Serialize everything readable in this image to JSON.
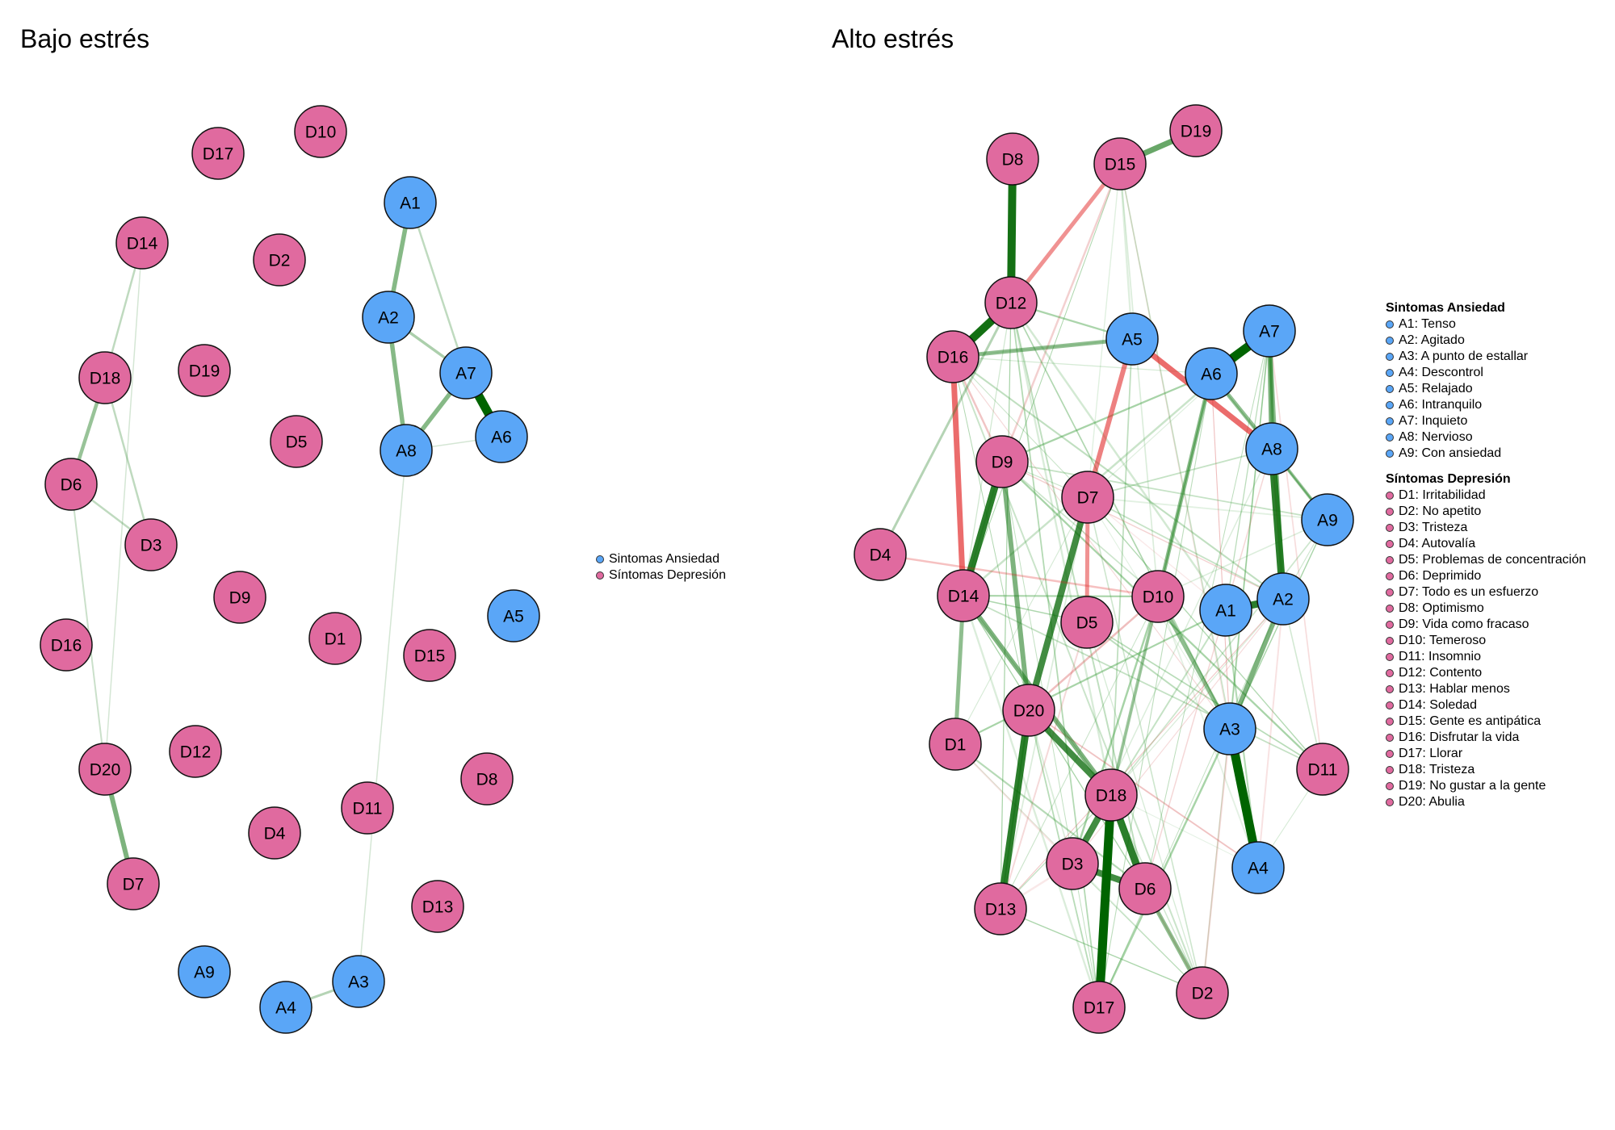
{
  "titles": {
    "left": "Bajo estrés",
    "right": "Alto estrés"
  },
  "colors": {
    "anxiety": "#5aa6f7",
    "depression": "#e06a9f",
    "positive_edge": "#1a7a1a",
    "strong_positive_edge": "#006400",
    "negative_edge": "#e02020",
    "node_stroke": "#111111"
  },
  "legend_left": [
    {
      "label": "Sintomas Ansiedad",
      "group": "anxiety"
    },
    {
      "label": "Síntomas Depresión",
      "group": "depression"
    }
  ],
  "legend_right": {
    "anxiety_title": "Sintomas Ansiedad",
    "anxiety": [
      "A1: Tenso",
      "A2: Agitado",
      "A3: A punto de estallar",
      "A4: Descontrol",
      "A5: Relajado",
      "A6: Intranquilo",
      "A7: Inquieto",
      "A8: Nervioso",
      "A9: Con ansiedad"
    ],
    "depression_title": "Síntomas Depresión",
    "depression": [
      "D1: Irritabilidad",
      "D2: No apetito",
      "D3: Tristeza",
      "D4: Autovalía",
      "D5: Problemas de concentración",
      "D6: Deprimido",
      "D7: Todo es un esfuerzo",
      "D8: Optimismo",
      "D9: Vida como fracaso",
      "D10: Temeroso",
      "D11: Insomnio",
      "D12: Contento",
      "D13: Hablar menos",
      "D14: Soledad",
      "D15: Gente es antipática",
      "D16: Disfrutar la vida",
      "D17: Llorar",
      "D18: Tristeza",
      "D19: No gustar a la gente",
      "D20: Abulia"
    ]
  },
  "networks": {
    "low_stress": {
      "nodes": [
        "D10",
        "D17",
        "A1",
        "D14",
        "D2",
        "A2",
        "D18",
        "D19",
        "A7",
        "D5",
        "A8",
        "A6",
        "D6",
        "D3",
        "D9",
        "A5",
        "D16",
        "D1",
        "D15",
        "D12",
        "D20",
        "D8",
        "D11",
        "D4",
        "D7",
        "D13",
        "A9",
        "A3",
        "A4"
      ],
      "edges": [
        {
          "from": "A1",
          "to": "A2",
          "sign": "+",
          "weight": 0.45
        },
        {
          "from": "A1",
          "to": "A7",
          "sign": "+",
          "weight": 0.15
        },
        {
          "from": "A2",
          "to": "A7",
          "sign": "+",
          "weight": 0.25
        },
        {
          "from": "A2",
          "to": "A8",
          "sign": "+",
          "weight": 0.45
        },
        {
          "from": "A7",
          "to": "A8",
          "sign": "+",
          "weight": 0.45
        },
        {
          "from": "A7",
          "to": "A6",
          "sign": "+",
          "weight": 1.0
        },
        {
          "from": "A8",
          "to": "A6",
          "sign": "+",
          "weight": 0.05
        },
        {
          "from": "A8",
          "to": "A3",
          "sign": "+",
          "weight": 0.05
        },
        {
          "from": "A3",
          "to": "A4",
          "sign": "+",
          "weight": 0.2
        },
        {
          "from": "D14",
          "to": "D18",
          "sign": "+",
          "weight": 0.15
        },
        {
          "from": "D14",
          "to": "D20",
          "sign": "+",
          "weight": 0.05
        },
        {
          "from": "D18",
          "to": "D6",
          "sign": "+",
          "weight": 0.35
        },
        {
          "from": "D18",
          "to": "D3",
          "sign": "+",
          "weight": 0.15
        },
        {
          "from": "D6",
          "to": "D3",
          "sign": "+",
          "weight": 0.15
        },
        {
          "from": "D6",
          "to": "D20",
          "sign": "+",
          "weight": 0.1
        },
        {
          "from": "D20",
          "to": "D7",
          "sign": "+",
          "weight": 0.5
        }
      ]
    },
    "high_stress": {
      "nodes": [
        "D8",
        "D15",
        "D19",
        "D12",
        "D16",
        "A5",
        "A7",
        "A6",
        "A8",
        "D9",
        "D7",
        "A9",
        "D4",
        "D14",
        "D10",
        "D5",
        "A1",
        "A2",
        "D20",
        "A3",
        "D1",
        "D11",
        "D18",
        "D3",
        "D6",
        "A4",
        "D13",
        "D17",
        "D2"
      ],
      "edges": [
        {
          "from": "D15",
          "to": "D19",
          "sign": "+",
          "weight": 0.6
        },
        {
          "from": "D15",
          "to": "D12",
          "sign": "-",
          "weight": 0.4
        },
        {
          "from": "D8",
          "to": "D12",
          "sign": "+",
          "weight": 0.9
        },
        {
          "from": "D12",
          "to": "D16",
          "sign": "+",
          "weight": 0.9
        },
        {
          "from": "D16",
          "to": "A5",
          "sign": "+",
          "weight": 0.4
        },
        {
          "from": "A7",
          "to": "A6",
          "sign": "+",
          "weight": 1.0
        },
        {
          "from": "A6",
          "to": "A8",
          "sign": "+",
          "weight": 0.4
        },
        {
          "from": "A7",
          "to": "A8",
          "sign": "+",
          "weight": 0.5
        },
        {
          "from": "A5",
          "to": "A8",
          "sign": "-",
          "weight": 0.6
        },
        {
          "from": "A5",
          "to": "D7",
          "sign": "-",
          "weight": 0.5
        },
        {
          "from": "D16",
          "to": "D14",
          "sign": "-",
          "weight": 0.6
        },
        {
          "from": "D9",
          "to": "D14",
          "sign": "+",
          "weight": 0.8
        },
        {
          "from": "D9",
          "to": "D20",
          "sign": "+",
          "weight": 0.5
        },
        {
          "from": "D7",
          "to": "D5",
          "sign": "-",
          "weight": 0.4
        },
        {
          "from": "D7",
          "to": "D20",
          "sign": "+",
          "weight": 0.7
        },
        {
          "from": "A8",
          "to": "A2",
          "sign": "+",
          "weight": 0.8
        },
        {
          "from": "A7",
          "to": "A2",
          "sign": "+",
          "weight": 0.4
        },
        {
          "from": "A1",
          "to": "A2",
          "sign": "+",
          "weight": 0.8
        },
        {
          "from": "A2",
          "to": "A3",
          "sign": "+",
          "weight": 0.5
        },
        {
          "from": "A3",
          "to": "A4",
          "sign": "+",
          "weight": 1.0
        },
        {
          "from": "A6",
          "to": "D10",
          "sign": "+",
          "weight": 0.4
        },
        {
          "from": "D20",
          "to": "D18",
          "sign": "+",
          "weight": 0.7
        },
        {
          "from": "D20",
          "to": "D13",
          "sign": "+",
          "weight": 0.8
        },
        {
          "from": "D18",
          "to": "D3",
          "sign": "+",
          "weight": 0.7
        },
        {
          "from": "D18",
          "to": "D6",
          "sign": "+",
          "weight": 0.8
        },
        {
          "from": "D18",
          "to": "D17",
          "sign": "+",
          "weight": 1.0
        },
        {
          "from": "D3",
          "to": "D6",
          "sign": "+",
          "weight": 0.7
        },
        {
          "from": "D14",
          "to": "D18",
          "sign": "+",
          "weight": 0.5
        },
        {
          "from": "D14",
          "to": "D1",
          "sign": "+",
          "weight": 0.4
        },
        {
          "from": "D10",
          "to": "D18",
          "sign": "+",
          "weight": 0.3
        },
        {
          "from": "D10",
          "to": "A3",
          "sign": "+",
          "weight": 0.4
        },
        {
          "from": "D6",
          "to": "D2",
          "sign": "+",
          "weight": 0.4
        },
        {
          "from": "A9",
          "to": "A8",
          "sign": "+",
          "weight": 0.3
        },
        {
          "from": "D4",
          "to": "D12",
          "sign": "+",
          "weight": 0.2
        },
        {
          "from": "D4",
          "to": "D10",
          "sign": "-",
          "weight": 0.15
        }
      ]
    }
  }
}
